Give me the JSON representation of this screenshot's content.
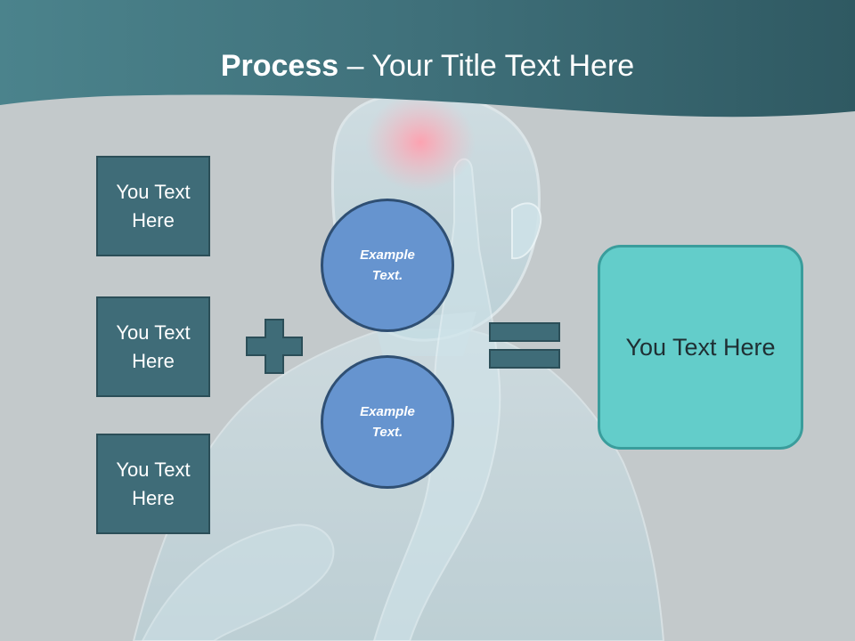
{
  "slide": {
    "title_bold": "Process",
    "title_rest": " – Your Title Text Here",
    "left_boxes": [
      {
        "label": "You Text Here"
      },
      {
        "label": "You Text Here"
      },
      {
        "label": "You Text Here"
      }
    ],
    "circles": [
      {
        "label": "Example Text."
      },
      {
        "label": "Example Text."
      }
    ],
    "result": {
      "label": "You Text Here"
    }
  },
  "colors": {
    "header": "#3d6e79",
    "left_box": "#3f6c78",
    "circle": "#6694cf",
    "result_box": "#63cdca",
    "background": "#c3c9cb"
  }
}
